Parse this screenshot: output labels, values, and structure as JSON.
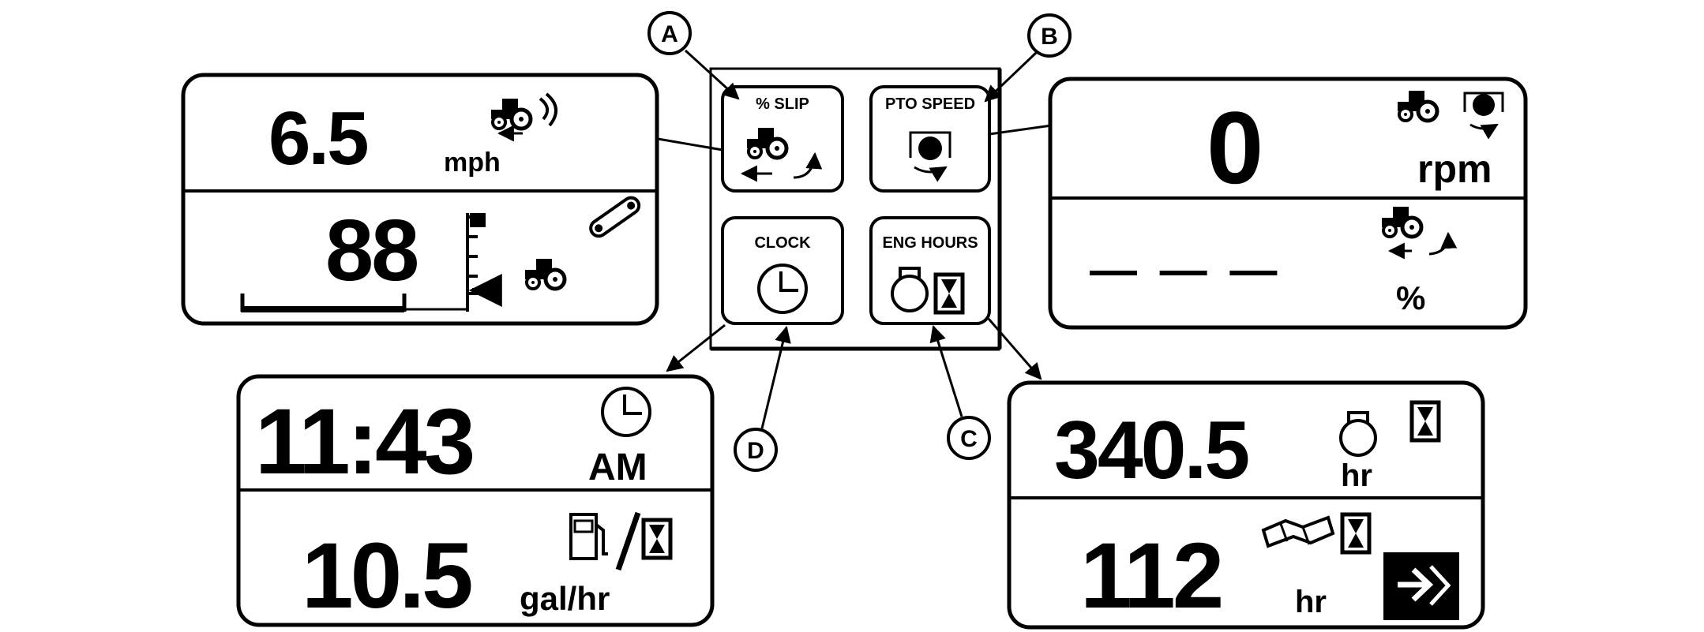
{
  "callouts": {
    "a": "A",
    "b": "B",
    "c": "C",
    "d": "D"
  },
  "keypad": {
    "slip_label": "% SLIP",
    "pto_label": "PTO SPEED",
    "clock_label": "CLOCK",
    "eng_label": "ENG HOURS"
  },
  "speed_display": {
    "value": "6.5",
    "unit": "mph",
    "lower_value": "88"
  },
  "pto_display": {
    "value": "0",
    "unit": "rpm",
    "lower_value": "— — —",
    "lower_unit": "%"
  },
  "clock_display": {
    "time": "11:43",
    "ampm": "AM",
    "fuel_rate": "10.5",
    "fuel_unit": "gal/hr"
  },
  "hours_display": {
    "engine_hours": "340.5",
    "engine_unit": "hr",
    "trip_hours": "112",
    "trip_unit": "hr"
  }
}
